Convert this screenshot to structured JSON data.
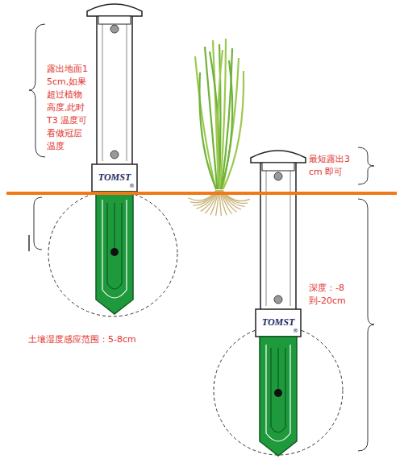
{
  "diagram": {
    "labels": [
      "露出地面15cm,如果超过植物高度,此时T3 温度可看做冠层温度",
      "最短露出3cm 即可",
      "深度：-8到-20cm",
      "土壤湿度感应范围：5-8cm",
      "TOMST",
      "®",
      "TOMST",
      "®"
    ]
  }
}
